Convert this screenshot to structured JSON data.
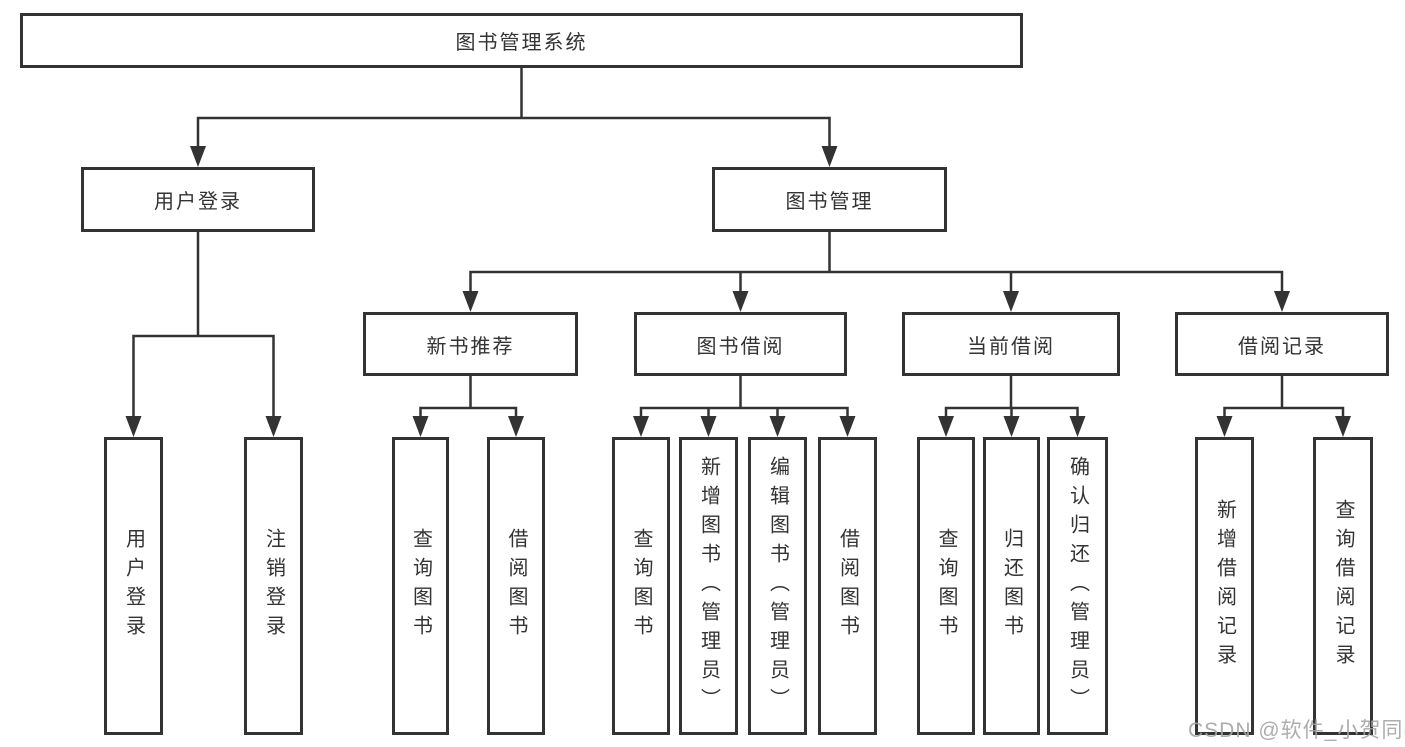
{
  "diagram": {
    "type": "hierarchy-tree",
    "watermark": "CSDN @软件_小贺同学",
    "colors": {
      "background": "#ffffff",
      "line": "#333333",
      "box_border": "#333333",
      "text": "#333333",
      "watermark_text": "#a5a5a5"
    }
  },
  "nodes": {
    "root": {
      "label": "图书管理系统"
    },
    "user_login_branch": {
      "label": "用户登录"
    },
    "book_mgmt": {
      "label": "图书管理"
    },
    "new_books": {
      "label": "新书推荐"
    },
    "book_borrow": {
      "label": "图书借阅"
    },
    "current_borrow": {
      "label": "当前借阅"
    },
    "borrow_records": {
      "label": "借阅记录"
    },
    "leaf_user_login": {
      "label": "用户登录"
    },
    "leaf_logout": {
      "label": "注销登录"
    },
    "leaf_new_query": {
      "label": "查询图书"
    },
    "leaf_new_borrow": {
      "label": "借阅图书"
    },
    "leaf_bb_query": {
      "label": "查询图书"
    },
    "leaf_bb_add": {
      "label": "新增图书（管理员）"
    },
    "leaf_bb_edit": {
      "label": "编辑图书（管理员）"
    },
    "leaf_bb_borrow": {
      "label": "借阅图书"
    },
    "leaf_cb_query": {
      "label": "查询图书"
    },
    "leaf_cb_return": {
      "label": "归还图书"
    },
    "leaf_cb_confirm": {
      "label": "确认归还（管理员）"
    },
    "leaf_br_add": {
      "label": "新增借阅记录"
    },
    "leaf_br_query": {
      "label": "查询借阅记录"
    }
  },
  "hierarchy": {
    "图书管理系统": [
      "用户登录",
      "图书管理"
    ],
    "用户登录": [
      "用户登录",
      "注销登录"
    ],
    "图书管理": [
      "新书推荐",
      "图书借阅",
      "当前借阅",
      "借阅记录"
    ],
    "新书推荐": [
      "查询图书",
      "借阅图书"
    ],
    "图书借阅": [
      "查询图书",
      "新增图书（管理员）",
      "编辑图书（管理员）",
      "借阅图书"
    ],
    "当前借阅": [
      "查询图书",
      "归还图书",
      "确认归还（管理员）"
    ],
    "借阅记录": [
      "新增借阅记录",
      "查询借阅记录"
    ]
  }
}
